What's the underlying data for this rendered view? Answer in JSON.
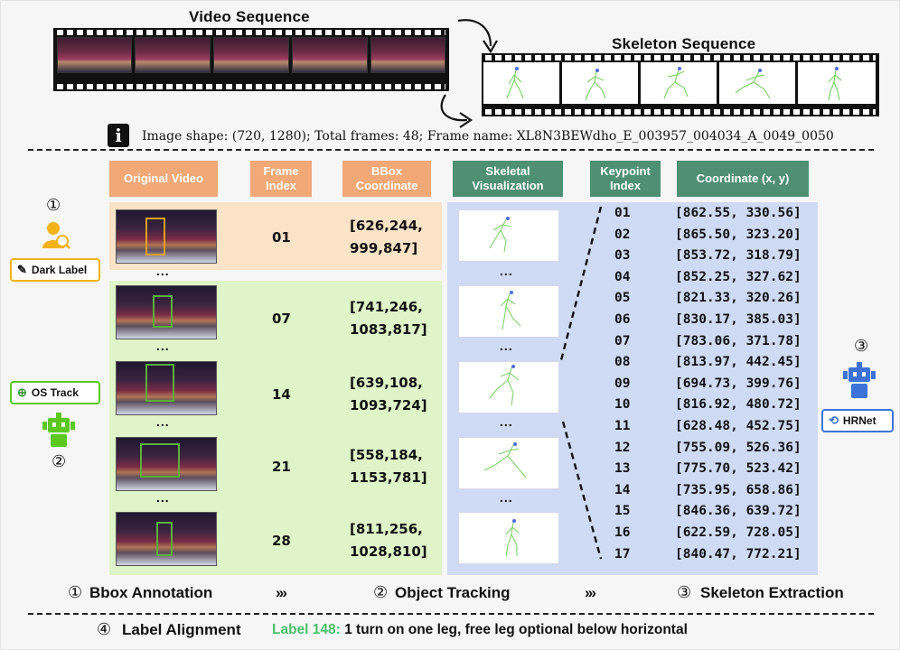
{
  "titles": {
    "video_sequence": "Video Sequence",
    "skeleton_sequence": "Skeleton Sequence"
  },
  "info": {
    "icon": "info-icon",
    "icon_glyph": "i",
    "text": "Image shape: (720, 1280);  Total frames: 48; Frame name: XL8N3BEWdho_E_003957_004034_A_0049_0050"
  },
  "headers": {
    "original_video": "Original Video",
    "frame_index": "Frame Index",
    "bbox_coordinate": "BBox Coordinate",
    "skeletal_visualization": "Skeletal Visualization",
    "keypoint_index": "Keypoint Index",
    "coordinate": "Coordinate (x, y)"
  },
  "frames": [
    {
      "index": "01",
      "bbox": "[626,244, 999,847]",
      "bbox_line1": "[626,244,",
      "bbox_line2": "999,847]"
    },
    {
      "index": "07",
      "bbox": "[741,246, 1083,817]",
      "bbox_line1": "[741,246,",
      "bbox_line2": "1083,817]"
    },
    {
      "index": "14",
      "bbox": "[639,108, 1093,724]",
      "bbox_line1": "[639,108,",
      "bbox_line2": "1093,724]"
    },
    {
      "index": "21",
      "bbox": "[558,184, 1153,781]",
      "bbox_line1": "[558,184,",
      "bbox_line2": "1153,781]"
    },
    {
      "index": "28",
      "bbox": "[811,256, 1028,810]",
      "bbox_line1": "[811,256,",
      "bbox_line2": "1028,810]"
    }
  ],
  "ellipsis": "...",
  "keypoints": [
    {
      "index": "01",
      "coord": "[862.55, 330.56]"
    },
    {
      "index": "02",
      "coord": "[865.50, 323.20]"
    },
    {
      "index": "03",
      "coord": "[853.72, 318.79]"
    },
    {
      "index": "04",
      "coord": "[852.25, 327.62]"
    },
    {
      "index": "05",
      "coord": "[821.33, 320.26]"
    },
    {
      "index": "06",
      "coord": "[830.17, 385.03]"
    },
    {
      "index": "07",
      "coord": "[783.06, 371.78]"
    },
    {
      "index": "08",
      "coord": "[813.97, 442.45]"
    },
    {
      "index": "09",
      "coord": "[694.73, 399.76]"
    },
    {
      "index": "10",
      "coord": "[816.92, 480.72]"
    },
    {
      "index": "11",
      "coord": "[628.48, 452.75]"
    },
    {
      "index": "12",
      "coord": "[755.09, 526.36]"
    },
    {
      "index": "13",
      "coord": "[775.70, 523.42]"
    },
    {
      "index": "14",
      "coord": "[735.95, 658.86]"
    },
    {
      "index": "15",
      "coord": "[846.36, 639.72]"
    },
    {
      "index": "16",
      "coord": "[622.59, 728.05]"
    },
    {
      "index": "17",
      "coord": "[840.47, 772.21]"
    }
  ],
  "tools": {
    "dark_label": {
      "num": "①",
      "label": "Dark Label",
      "icon": "annotator-person-icon"
    },
    "os_track": {
      "num": "②",
      "label": "OS Track",
      "icon": "robot-icon"
    },
    "hrnet": {
      "num": "③",
      "label": "HRNet",
      "icon": "robot-icon"
    }
  },
  "steps": [
    {
      "num": "①",
      "label": "Bbox Annotation"
    },
    {
      "num": "②",
      "label": "Object Tracking"
    },
    {
      "num": "③",
      "label": "Skeleton Extraction"
    }
  ],
  "arrow_glyph": "›››",
  "alignment": {
    "num": "④",
    "label": "Label Alignment",
    "label_id": "Label 148:",
    "label_text": "1 turn on one leg, free leg optional below horizontal"
  },
  "colors": {
    "orange_header": "#f2a877",
    "green_header": "#4f8f74",
    "band_orange": "#fbe3c8",
    "band_green": "#dff4c8",
    "band_blue": "#cfdaf5",
    "label_green": "#4cc06a",
    "robot_green": "#5cc81e",
    "robot_blue": "#3d73d8",
    "person_orange": "#f3b21a"
  }
}
